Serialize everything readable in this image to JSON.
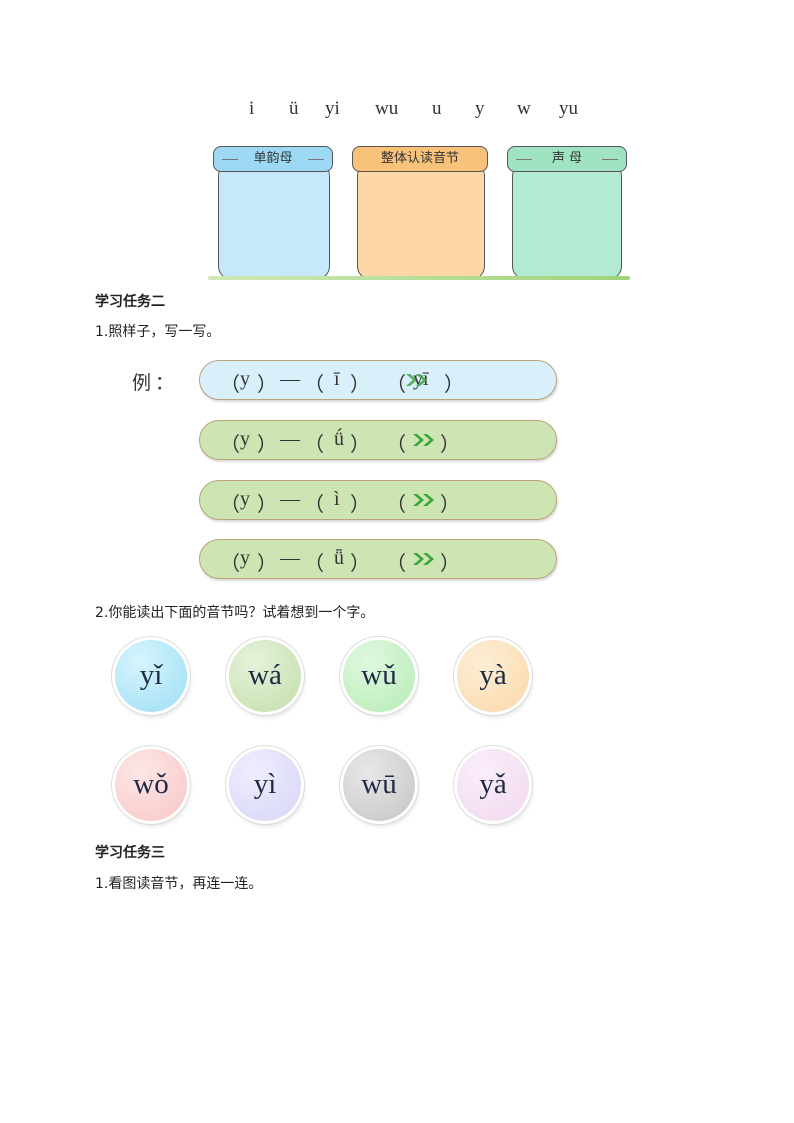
{
  "top_row": {
    "pinyin": [
      "i",
      "ü",
      "yi",
      "wu",
      "u",
      "y",
      "w",
      "yu"
    ]
  },
  "jars": [
    {
      "label": "单韵母",
      "lid_color": "#9dd8f4",
      "body_color": "#c5e8fb"
    },
    {
      "label": "整体认读音节",
      "lid_color": "#f8c27a",
      "body_color": "#fdd8a6"
    },
    {
      "label": "声 母",
      "lid_color": "#9fe3c3",
      "body_color": "#b2ead2"
    }
  ],
  "task2": {
    "heading": "学习任务二",
    "q1": "1.照样子，写一写。",
    "example_label": "例：",
    "rows": [
      {
        "open1": "（",
        "a": "y",
        "close1": "）",
        "dash": "—",
        "open2": "（",
        "b": "ī",
        "close2": "）",
        "open3": "（",
        "answer": "yī",
        "close3": "）"
      },
      {
        "open1": "（",
        "a": "y",
        "close1": "）",
        "dash": "—",
        "open2": "（",
        "b": "ǘ",
        "close2": "）",
        "open3": "（",
        "answer": "",
        "close3": "）"
      },
      {
        "open1": "（",
        "a": "y",
        "close1": "）",
        "dash": "—",
        "open2": "（",
        "b": "ì",
        "close2": "）",
        "open3": "（",
        "answer": "",
        "close3": "）"
      },
      {
        "open1": "（",
        "a": "y",
        "close1": "）",
        "dash": "—",
        "open2": "（",
        "b": "ǖ",
        "close2": "）",
        "open3": "（",
        "answer": "",
        "close3": "）"
      }
    ],
    "q2": "2.你能读出下面的音节吗？试着想到一个字。",
    "syllables_row1": [
      {
        "text": "yǐ",
        "color": "#9bdff5"
      },
      {
        "text": "wá",
        "color": "#c2deaa"
      },
      {
        "text": "wǔ",
        "color": "#b5ecb4"
      },
      {
        "text": "yà",
        "color": "#fad8a8"
      }
    ],
    "syllables_row2": [
      {
        "text": "wǒ",
        "color": "#f9c6c6"
      },
      {
        "text": "yì",
        "color": "#d6d4f6"
      },
      {
        "text": "wū",
        "color": "#c9c9c9"
      },
      {
        "text": "yǎ",
        "color": "#f1d8ef"
      }
    ]
  },
  "task3": {
    "heading": "学习任务三",
    "q1": "1.看图读音节，再连一连。"
  },
  "colors": {
    "pill_blue": "#d9f0fb",
    "pill_green": "#cde5b3",
    "arrow_green": "#3aa63a"
  }
}
